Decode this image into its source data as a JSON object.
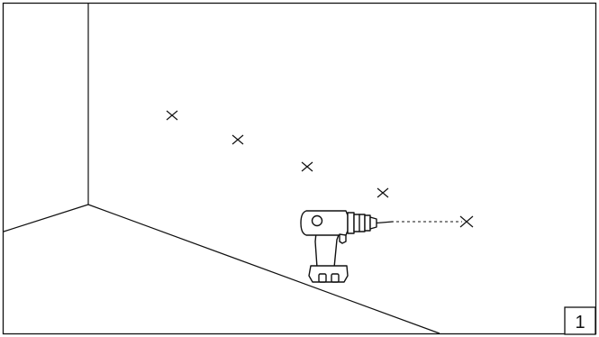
{
  "step": {
    "number": "1"
  },
  "illustration": {
    "subject": "drill",
    "mark_icon": "cross-mark",
    "mark_count": 5,
    "line_color": "#111111",
    "background_color": "#ffffff"
  }
}
